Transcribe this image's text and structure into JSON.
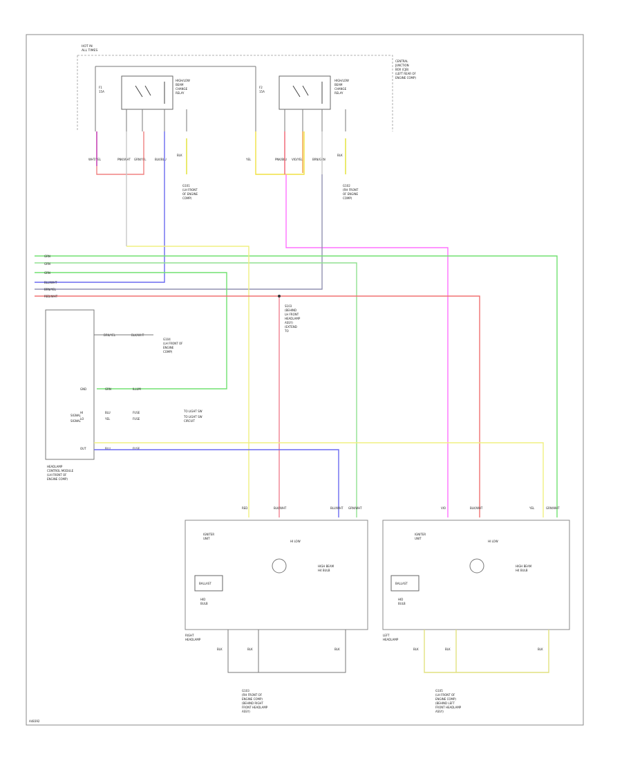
{
  "top": {
    "hot_label": [
      "HOT IN",
      "ALL TIMES"
    ],
    "fuse_box_label": [
      "CENTRAL",
      "JUNCTION",
      "BOX (CJB)",
      "(LEFT REAR OF",
      "ENGINE COMP)"
    ],
    "left_relay": {
      "fuse_label": [
        "F1",
        "15A"
      ],
      "title": [
        "HIGH/LOW",
        "BEAM",
        "CHANGE",
        "RELAY"
      ],
      "wires": [
        "WHT/YEL",
        "PNK/WHT",
        "GRN/YEL",
        "BLK/BLU",
        "BLK"
      ],
      "ground": [
        "G101",
        "(LH FRONT",
        "OF ENGINE",
        "COMP)"
      ]
    },
    "right_relay": {
      "fuse_label": [
        "F2",
        "15A"
      ],
      "title": [
        "HIGH/LOW",
        "BEAM",
        "CHANGE",
        "RELAY"
      ],
      "wires": [
        "YEL",
        "PNK/BLU",
        "VIO/YEL",
        "BRN/GRN",
        "BLK"
      ],
      "ground": [
        "G102",
        "(RH FRONT",
        "OF ENGINE",
        "COMP)"
      ]
    }
  },
  "bus": {
    "labels": [
      "GRN",
      "GRN",
      "GRN",
      "BLU/WHT",
      "BRN/YEL",
      "RED/WHT"
    ]
  },
  "splice": {
    "label": [
      "S103",
      "(BEHIND",
      "LH FRONT",
      "HEADLAMP",
      "ASSY)",
      "(EXTEND",
      "TO"
    ]
  },
  "module": {
    "name": [
      "HEADLAMP",
      "CONTROL MODULE",
      "(LH FRONT OF",
      "ENGINE COMP)"
    ],
    "ground_label": [
      "G104",
      "(LH FRONT OF",
      "ENGINE",
      "COMP)"
    ],
    "ground_wires": [
      "BRN/YEL",
      "BLK/WHT"
    ],
    "rows": [
      {
        "pin": "GND",
        "wire": "GRN",
        "code": "ILLUM"
      },
      {
        "pin": "HI",
        "wire": "BLU",
        "code": "FUSE"
      },
      {
        "pin": "LO",
        "wire": "YEL",
        "code": "FUSE"
      },
      {
        "pin": "OUT",
        "wire": "BLU",
        "code": "FUSE"
      }
    ],
    "side_labels": [
      "SIGNAL",
      "SIGNAL"
    ],
    "right_label": [
      "TO LIGHT SW",
      "TO LIGHT SW",
      "CIRCUIT"
    ]
  },
  "lamp_right": {
    "name": [
      "RIGHT",
      "HEADLAMP"
    ],
    "top_wires": [
      "RED",
      "BLK/WHT",
      "BLU/WHT",
      "GRN/WHT"
    ],
    "igniter": [
      "IGNITER",
      "UNIT"
    ],
    "ballast": "BALLAST",
    "labels": [
      "HI LOW",
      "HIGH BEAM",
      "H4 BULB",
      "HID",
      "BULB"
    ],
    "bottom_wires": [
      "BLK",
      "BLK",
      "BLK"
    ],
    "ground": [
      "G103",
      "(RH FRONT OF",
      "ENGINE COMP)",
      "(BEHIND RIGHT",
      "FRONT HEADLAMP",
      "ASSY)"
    ]
  },
  "lamp_left": {
    "name": [
      "LEFT",
      "HEADLAMP"
    ],
    "top_wires": [
      "VIO",
      "BLK/WHT",
      "YEL",
      "GRN/WHT"
    ],
    "igniter": [
      "IGNITER",
      "UNIT"
    ],
    "ballast": "BALLAST",
    "labels": [
      "HI LOW",
      "HIGH BEAM",
      "H4 BULB",
      "HID",
      "BULB"
    ],
    "bottom_wires": [
      "BLK",
      "BLK",
      "BLK"
    ],
    "ground": [
      "G105",
      "(LH FRONT OF",
      "ENGINE COMP)",
      "(BEHIND LEFT",
      "FRONT HEADLAMP",
      "ASSY)"
    ]
  },
  "footer": "A48392"
}
